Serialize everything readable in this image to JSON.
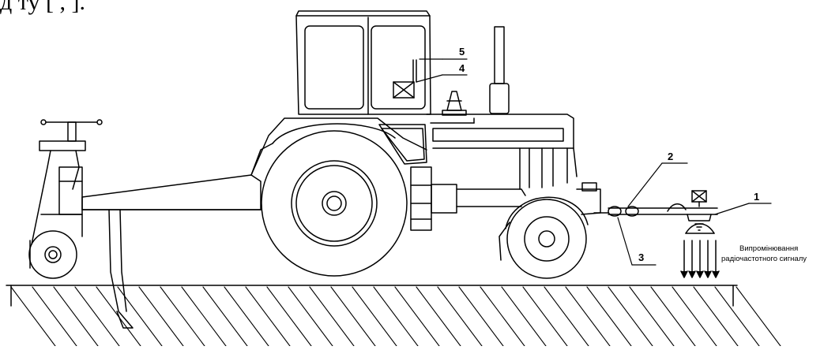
{
  "heading_fragment": "д        ту   [       ,        ].",
  "labels": [
    {
      "num": "1",
      "name": "callout-1"
    },
    {
      "num": "2",
      "name": "callout-2"
    },
    {
      "num": "3",
      "name": "callout-3"
    },
    {
      "num": "4",
      "name": "callout-4"
    },
    {
      "num": "5",
      "name": "callout-5"
    }
  ],
  "caption": {
    "line1": "Випромінювання",
    "line2": "радіочастотного сигналу"
  }
}
